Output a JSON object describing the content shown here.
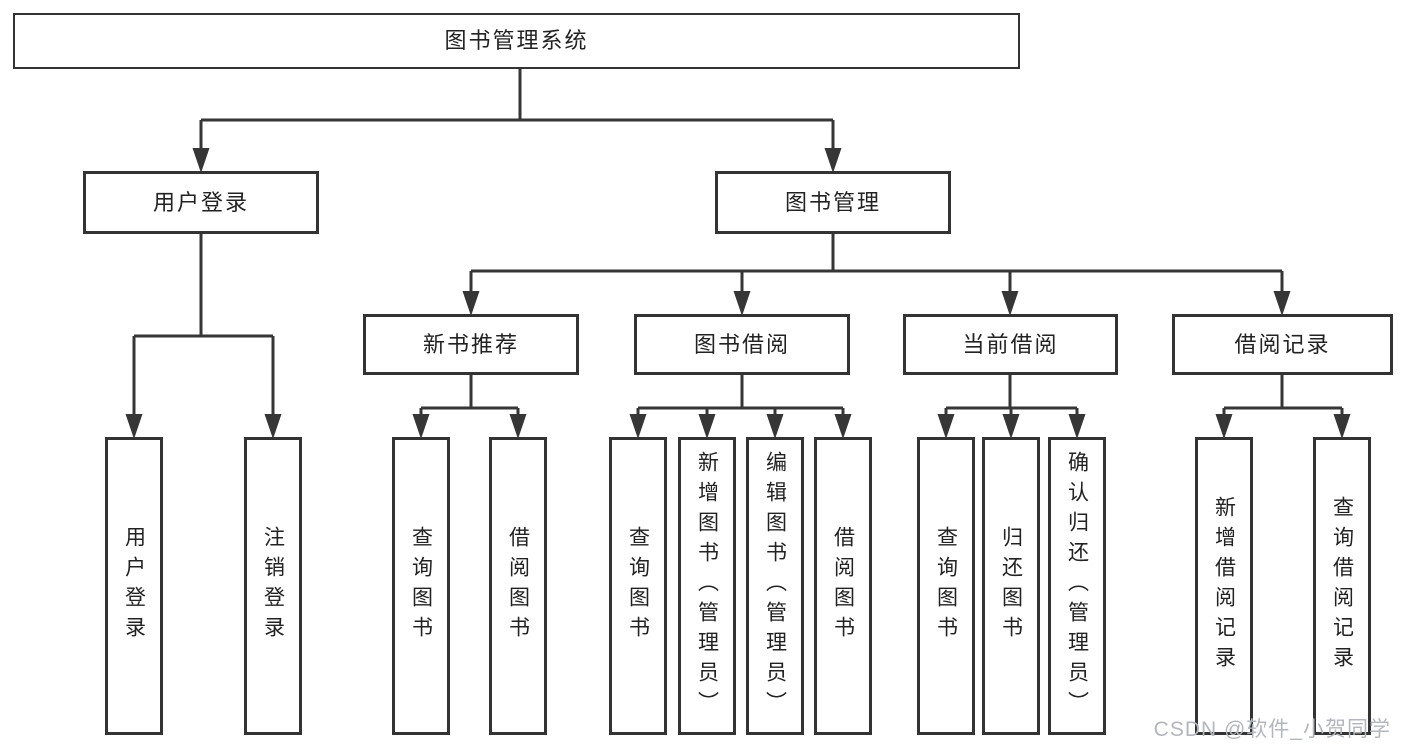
{
  "diagram": {
    "title": "图书管理系统",
    "type": "hierarchy-tree"
  },
  "colors": {
    "line": "#363636",
    "box_border": "#333333",
    "text": "#222222",
    "watermark": "#b3b7bd",
    "background": "#ffffff"
  },
  "tree": {
    "root": {
      "label": "图书管理系统"
    },
    "branches": [
      {
        "label": "用户登录",
        "children": [
          {
            "label": "用户登录"
          },
          {
            "label": "注销登录"
          }
        ]
      },
      {
        "label": "图书管理",
        "children": [
          {
            "label": "新书推荐",
            "children": [
              {
                "label": "查询图书"
              },
              {
                "label": "借阅图书"
              }
            ]
          },
          {
            "label": "图书借阅",
            "children": [
              {
                "label": "查询图书"
              },
              {
                "label": "新增图书（管理员）"
              },
              {
                "label": "编辑图书（管理员）"
              },
              {
                "label": "借阅图书"
              }
            ]
          },
          {
            "label": "当前借阅",
            "children": [
              {
                "label": "查询图书"
              },
              {
                "label": "归还图书"
              },
              {
                "label": "确认归还（管理员）"
              }
            ]
          },
          {
            "label": "借阅记录",
            "children": [
              {
                "label": "新增借阅记录"
              },
              {
                "label": "查询借阅记录"
              }
            ]
          }
        ]
      }
    ]
  },
  "watermark": "CSDN @软件_小贺同学"
}
